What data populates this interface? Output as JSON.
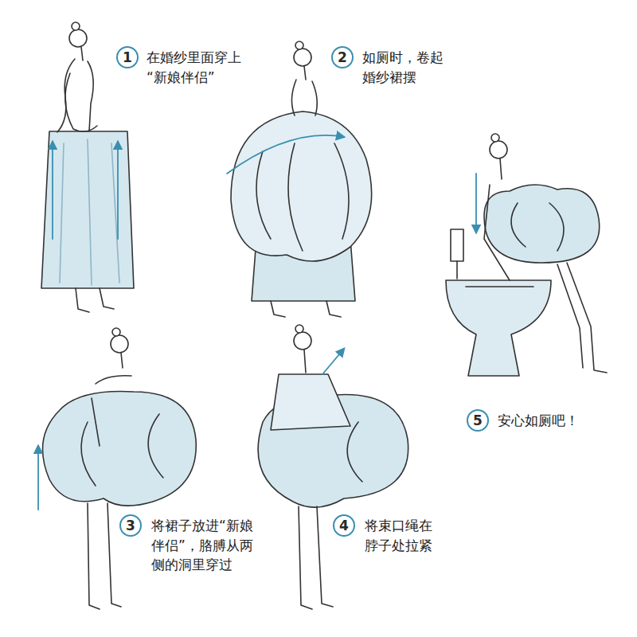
{
  "diagram": {
    "nodes": [
      {
        "text": [
          "1"
        ]
      },
      {
        "text": [
          "2"
        ]
      },
      {
        "text": [
          "5"
        ]
      },
      {
        "text": [
          "3"
        ]
      },
      {
        "text": [
          "4"
        ]
      }
    ],
    "labels": [
      "在婚纱里面穿上 “新娘伴侣”",
      "如厕时，卷起 婚纱裙摆",
      "安心如厕吧！",
      "将裙子放进“新娘 伴侣”，胳膊从两 侧的洞里穿过",
      "将束口绳在 脖子处拉紧"
    ]
  }
}
